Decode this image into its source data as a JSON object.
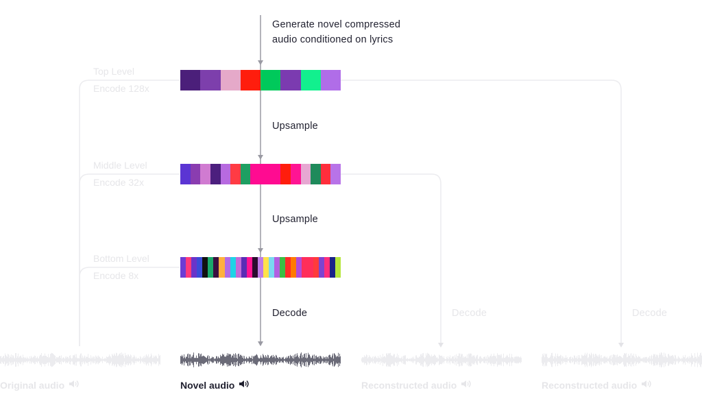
{
  "caption": "Generate novel compressed audio conditioned on lyrics",
  "caption_lines": [
    "Generate novel compressed",
    "audio conditioned on lyrics"
  ],
  "levels": [
    {
      "title": "Top Level",
      "sub": "Encode 128x",
      "colors": [
        "#4b1f7a",
        "#7d3fac",
        "#e5a9c9",
        "#ff1d0d",
        "#00c95b",
        "#7b3bb0",
        "#12f08e",
        "#b06de8"
      ]
    },
    {
      "title": "Middle Level",
      "sub": "Encode 32x",
      "colors": [
        "#5b35d3",
        "#8a3db0",
        "#d07bd1",
        "#4c1f7e",
        "#b76ae0",
        "#ff3b44",
        "#1e9f62",
        "#ff0b91",
        "#ff0b91",
        "#ff0b91",
        "#ff1d0d",
        "#ff1493",
        "#e7a7d2",
        "#1f8a5b",
        "#ff2e3c",
        "#b873e8"
      ]
    },
    {
      "title": "Bottom Level",
      "sub": "Encode 8x",
      "colors": [
        "#6d3cd4",
        "#ff3a7a",
        "#6a34c9",
        "#3b4bd8",
        "#111111",
        "#1aa96b",
        "#3a1040",
        "#ffb13d",
        "#b26ce5",
        "#1fd3e6",
        "#c36bd8",
        "#5a2db5",
        "#ff1493",
        "#2c0b2e",
        "#c07be6",
        "#ffe24a",
        "#79d8f0",
        "#b15fe0",
        "#3bbe44",
        "#ff2a2a",
        "#ff7a00",
        "#b24bd8",
        "#ff2e5a",
        "#ff2e5a",
        "#ff3b3b",
        "#7e44d0",
        "#ff2e7a",
        "#1a2288",
        "#b5e63c"
      ]
    }
  ],
  "steps": {
    "upsample_1": "Upsample",
    "upsample_2": "Upsample",
    "decode_center": "Decode",
    "decode_mid": "Decode",
    "decode_right": "Decode"
  },
  "audio": [
    {
      "label": "Original audio",
      "icon": "speaker-icon",
      "active": false
    },
    {
      "label": "Novel audio",
      "icon": "speaker-icon",
      "active": true
    },
    {
      "label": "Reconstructed audio",
      "icon": "speaker-icon",
      "active": false
    },
    {
      "label": "Reconstructed audio",
      "icon": "speaker-icon",
      "active": false
    }
  ],
  "colors": {
    "text": "#1f1f2e",
    "faint": "#e6e6e9",
    "arrow": "#9a9aa3",
    "wave_active": "#6b6b78",
    "wave_faint": "#ececef"
  }
}
